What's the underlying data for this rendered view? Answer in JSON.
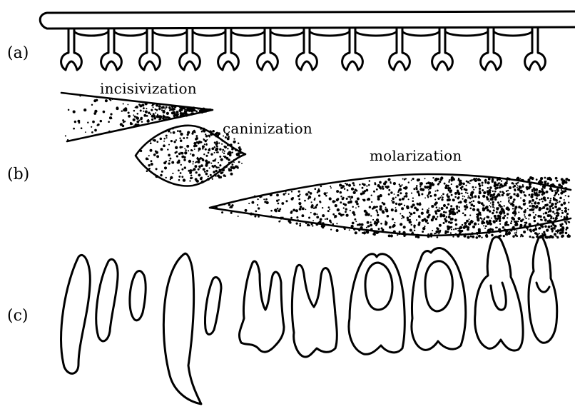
{
  "panels": {
    "a": {
      "label": "(a)"
    },
    "b": {
      "label": "(b)"
    },
    "c": {
      "label": "(c)"
    }
  },
  "fields": {
    "incisivization": "incisivization",
    "caninization": "caninization",
    "molarization": "molarization"
  }
}
